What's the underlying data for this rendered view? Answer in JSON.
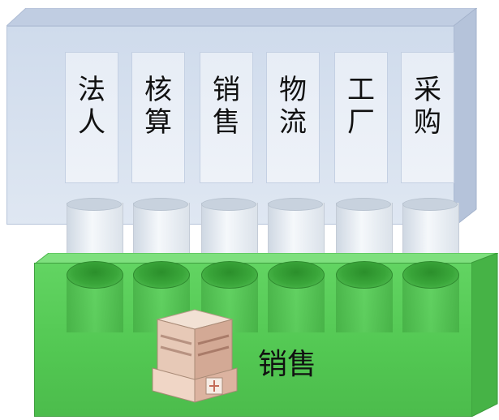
{
  "top_block": {
    "items": [
      {
        "line1": "法",
        "line2": "人"
      },
      {
        "line1": "核",
        "line2": "算"
      },
      {
        "line1": "销",
        "line2": "售"
      },
      {
        "line1": "物",
        "line2": "流"
      },
      {
        "line1": "工",
        "line2": "厂"
      },
      {
        "line1": "采",
        "line2": "购"
      }
    ]
  },
  "bottom_block": {
    "label": "销售",
    "icon": "building-icon"
  },
  "colors": {
    "top_block": "#d6e0ef",
    "bottom_block": "#58cc58"
  }
}
